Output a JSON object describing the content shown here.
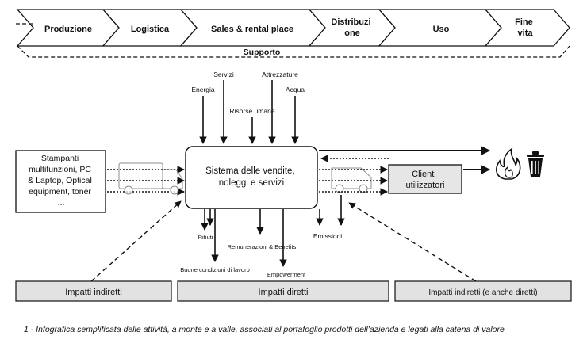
{
  "chain": {
    "steps": [
      "Produzione",
      "Logistica",
      "Sales & rental place",
      "Distribuzi one",
      "Uso",
      "Fine vita"
    ],
    "support": "Supporto"
  },
  "inputs": {
    "servizi": "Servizi",
    "attrezzature": "Attrezzature",
    "energia": "Energia",
    "acqua": "Acqua",
    "risorse_umane": "Risorse umane"
  },
  "products": [
    "Stampanti",
    "multifunzioni, PC",
    "& Laptop, Optical",
    "equipment, toner",
    "..."
  ],
  "central": [
    "Sistema delle vendite,",
    "noleggi e servizi"
  ],
  "clients": [
    "Clienti",
    "utilizzatori"
  ],
  "outputs": {
    "rifiuti": "Rifiuti",
    "buone_condizioni": "Buone condizioni di lavoro",
    "remunerazioni": "Remunerazioni & Benefits",
    "empowerment": "Empowerment",
    "emissioni": "Emissioni"
  },
  "impacts": {
    "indiretti": "Impatti indiretti",
    "diretti": "Impatti diretti",
    "indiretti_diretti": "Impatti indiretti (e anche diretti)"
  },
  "icons": {
    "fire": "fire-icon",
    "trash": "trash-icon",
    "truck": "truck-icon",
    "van": "van-icon"
  },
  "caption": "1 - Infografica semplificata delle attività, a monte e a valle, associati al portafoglio prodotti dell’azienda e legati alla catena di valore"
}
